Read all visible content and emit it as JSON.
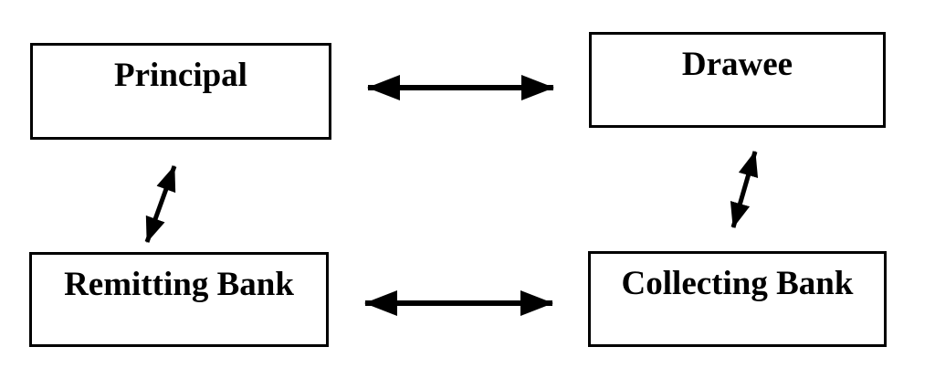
{
  "diagram": {
    "nodes": [
      {
        "id": "principal",
        "label": "Principal"
      },
      {
        "id": "drawee",
        "label": "Drawee"
      },
      {
        "id": "remitting-bank",
        "label": "Remitting Bank"
      },
      {
        "id": "collecting-bank",
        "label": "Collecting Bank"
      }
    ],
    "edges": [
      {
        "from": "principal",
        "to": "drawee",
        "direction": "bidirectional",
        "style": "horizontal"
      },
      {
        "from": "principal",
        "to": "remitting-bank",
        "direction": "bidirectional",
        "style": "diagonal"
      },
      {
        "from": "drawee",
        "to": "collecting-bank",
        "direction": "bidirectional",
        "style": "diagonal"
      },
      {
        "from": "remitting-bank",
        "to": "collecting-bank",
        "direction": "bidirectional",
        "style": "horizontal"
      }
    ],
    "colors": {
      "background": "#ffffff",
      "box_border": "#000000",
      "text": "#000000",
      "arrow": "#000000"
    }
  }
}
